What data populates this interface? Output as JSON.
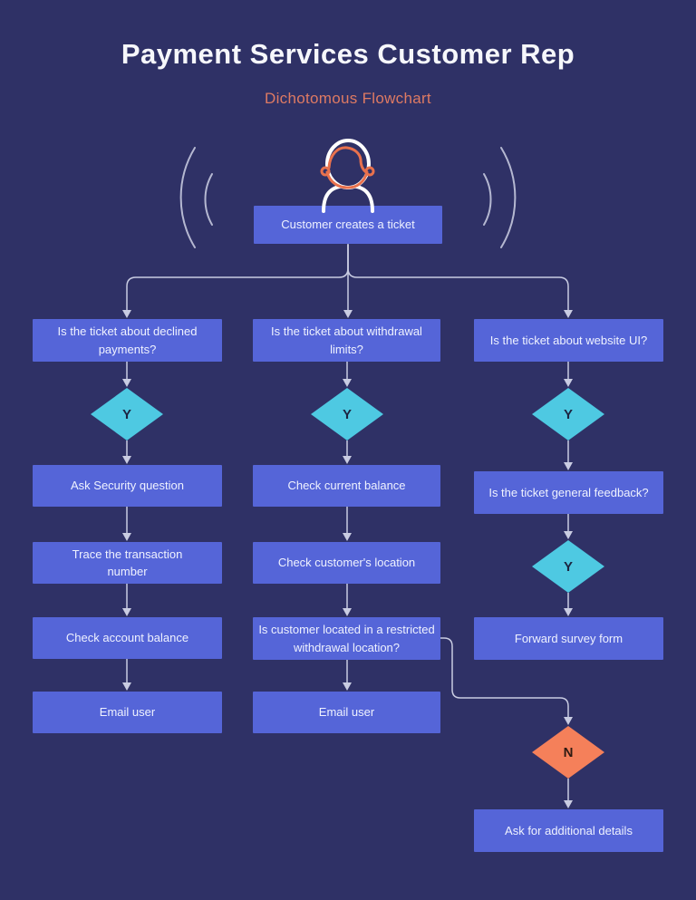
{
  "header": {
    "title": "Payment Services Customer Rep",
    "subtitle": "Dichotomous Flowchart"
  },
  "start": {
    "label": "Customer creates a ticket"
  },
  "col1": {
    "question": "Is the ticket about declined payments?",
    "decision": "Y",
    "step1": "Ask Security question",
    "step2": "Trace the transaction number",
    "step3": "Check account balance",
    "step4": "Email user"
  },
  "col2": {
    "question": "Is the ticket about withdrawal limits?",
    "decision": "Y",
    "step1": "Check current balance",
    "step2": "Check customer's location",
    "step3": "Is customer located in a restricted withdrawal location?",
    "step4": "Email user"
  },
  "col3": {
    "question": "Is the ticket about website UI?",
    "decision1": "Y",
    "question2": "Is the ticket general feedback?",
    "decision2": "Y",
    "step1": "Forward survey form",
    "decision_no": "N",
    "step2": "Ask for additional details"
  },
  "icons": {
    "avatar": "customer-avatar-icon",
    "waves": "sound-wave-arcs"
  },
  "colors": {
    "background": "#2F3166",
    "process_box": "#5565D8",
    "box_text": "#EFF2FF",
    "yes_diamond": "#4EC9E2",
    "no_diamond": "#F5805A",
    "decision_text": "#1C2440",
    "title_text": "#F6F7FB",
    "accent_subtitle": "#DE7A63",
    "connector": "#C9CCE2",
    "icon_white": "#FFFFFF",
    "icon_orange": "#E8714D"
  }
}
